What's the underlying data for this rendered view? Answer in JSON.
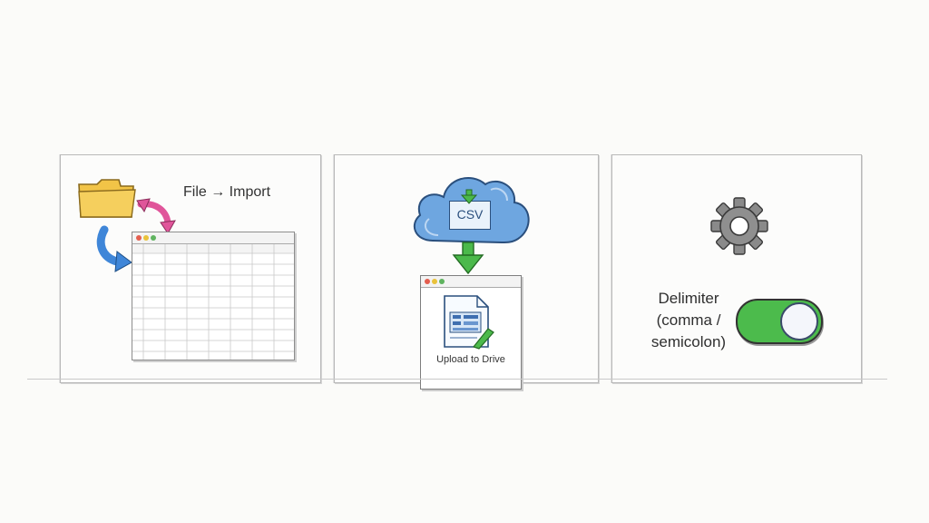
{
  "panels": {
    "import": {
      "label": "File → Import",
      "icons": [
        "folder-icon",
        "swap-arrows-icon",
        "spreadsheet-window"
      ]
    },
    "drive": {
      "cloud_label": "CSV",
      "window_label": "Upload to Drive",
      "icons": [
        "cloud-icon",
        "down-arrow-icon",
        "document-icon"
      ]
    },
    "settings": {
      "label": "Delimiter (comma / semicolon)",
      "toggle_on": true,
      "icons": [
        "gear-icon",
        "toggle-switch"
      ]
    }
  },
  "colors": {
    "folder": "#f2c447",
    "pink_arrow": "#e0559a",
    "blue_arrow": "#3f86d8",
    "cloud": "#6ea6e0",
    "green_arrow": "#4bb94b",
    "toggle_on": "#4cbb4c",
    "gear": "#8a8a8a"
  }
}
